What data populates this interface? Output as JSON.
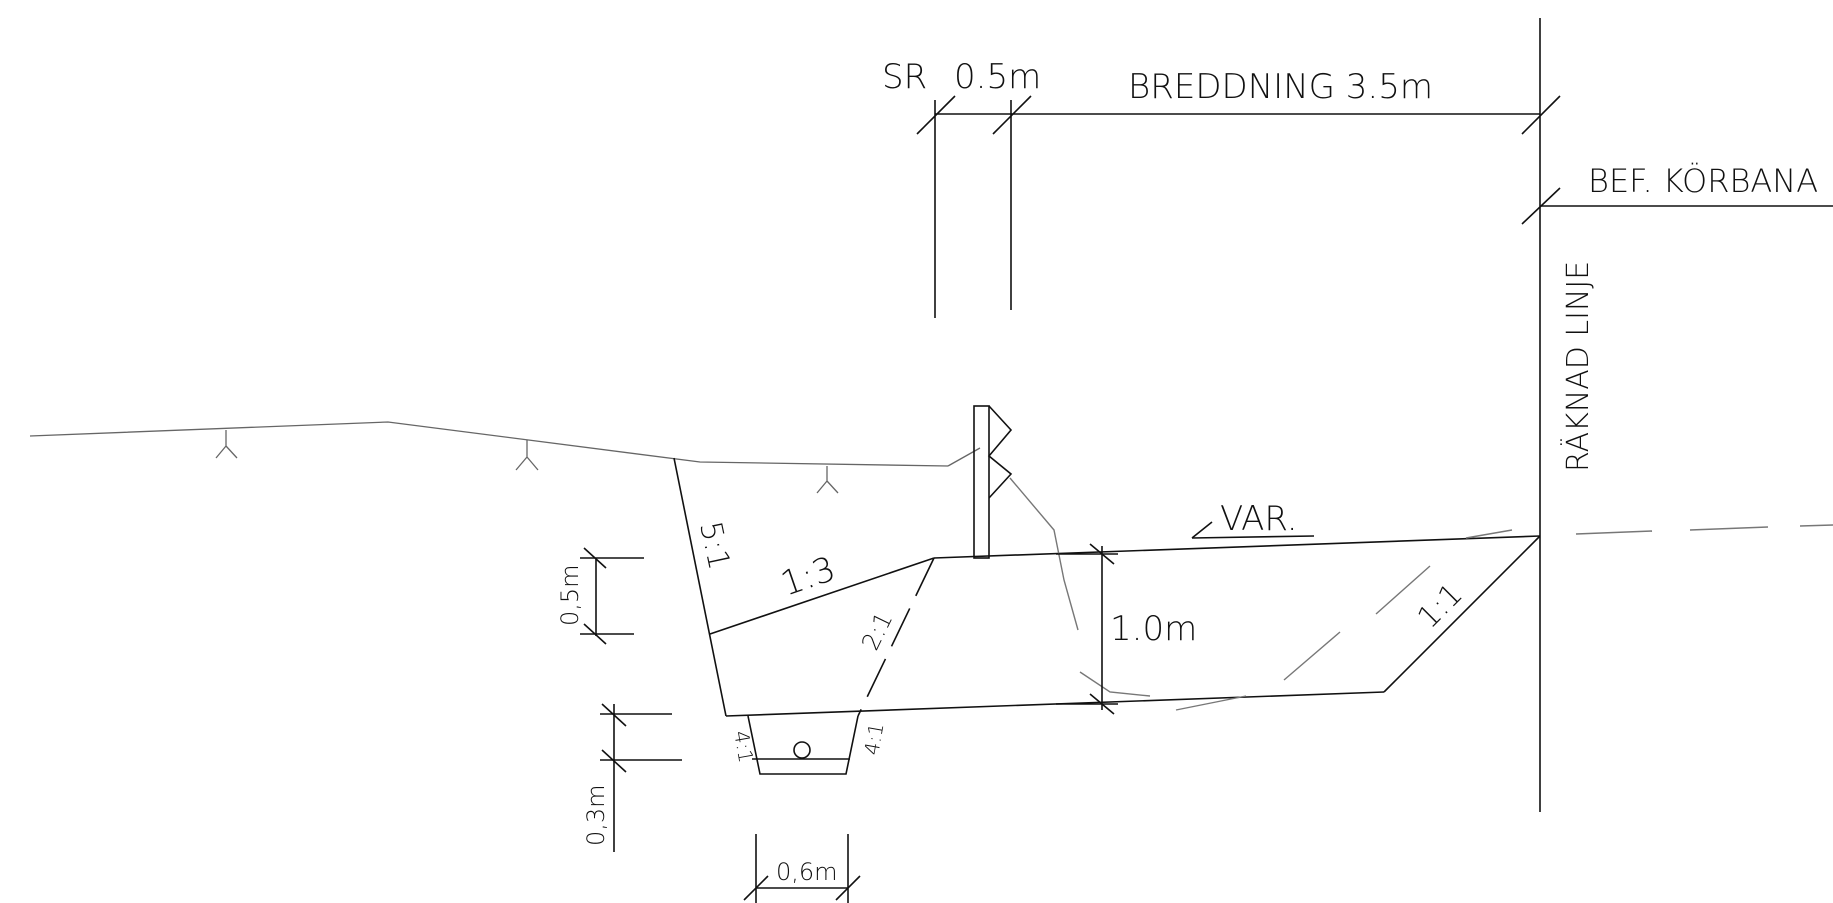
{
  "labels": {
    "sr": "SR",
    "sr_width": "0.5m",
    "breddning": "BREDDNING  3.5m",
    "bef_korbana": "BEF. KÖRBANA",
    "raknad_linje": "RÄKNAD LINJE",
    "var": "VAR.",
    "slope_5_1": "5:1",
    "slope_1_3": "1:3",
    "slope_2_1": "2:1",
    "slope_1_1": "1:1",
    "slope_4_1_left": "4:1",
    "slope_4_1_right": "4:1",
    "dim_0_5m": "0,5m",
    "dim_1_0m": "1.0m",
    "dim_0_3m": "0,3m",
    "dim_0_6m": "0,6m"
  },
  "colors": {
    "ink": "#111111",
    "ground_line": "#666666",
    "background": "#ffffff"
  }
}
